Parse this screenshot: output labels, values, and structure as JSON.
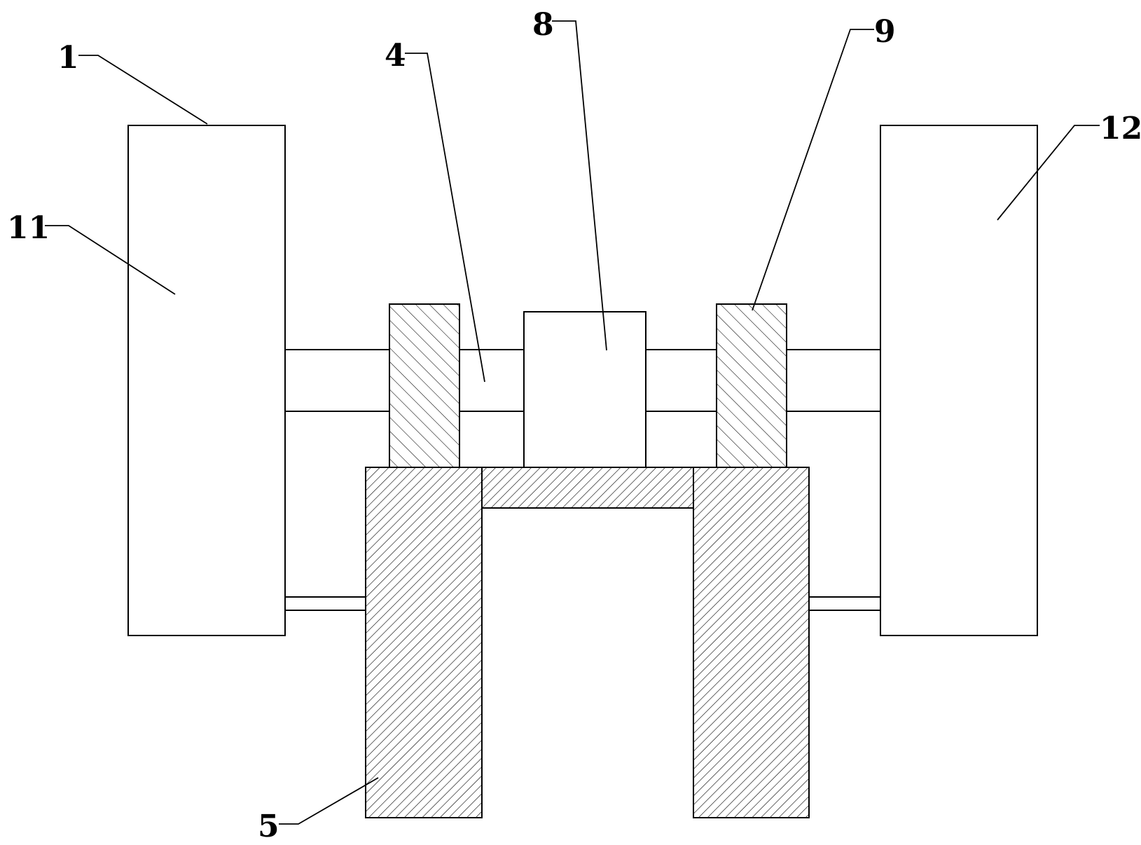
{
  "figure": {
    "colors": {
      "background": "#ffffff",
      "stroke": "#000000",
      "hatch": "#000000"
    },
    "parts": [
      {
        "id": "side-block-left",
        "fill": "plain"
      },
      {
        "id": "side-block-right",
        "fill": "plain"
      },
      {
        "id": "center-block",
        "fill": "plain"
      },
      {
        "id": "bearing-left",
        "fill": "cross-hatch"
      },
      {
        "id": "bearing-right",
        "fill": "cross-hatch"
      },
      {
        "id": "u-frame",
        "fill": "diagonal-hatch"
      }
    ],
    "labels": [
      {
        "id": "label-1",
        "text": "1"
      },
      {
        "id": "label-11",
        "text": "11"
      },
      {
        "id": "label-4",
        "text": "4"
      },
      {
        "id": "label-8",
        "text": "8"
      },
      {
        "id": "label-9",
        "text": "9"
      },
      {
        "id": "label-12",
        "text": "12"
      },
      {
        "id": "label-5",
        "text": "5"
      }
    ]
  }
}
